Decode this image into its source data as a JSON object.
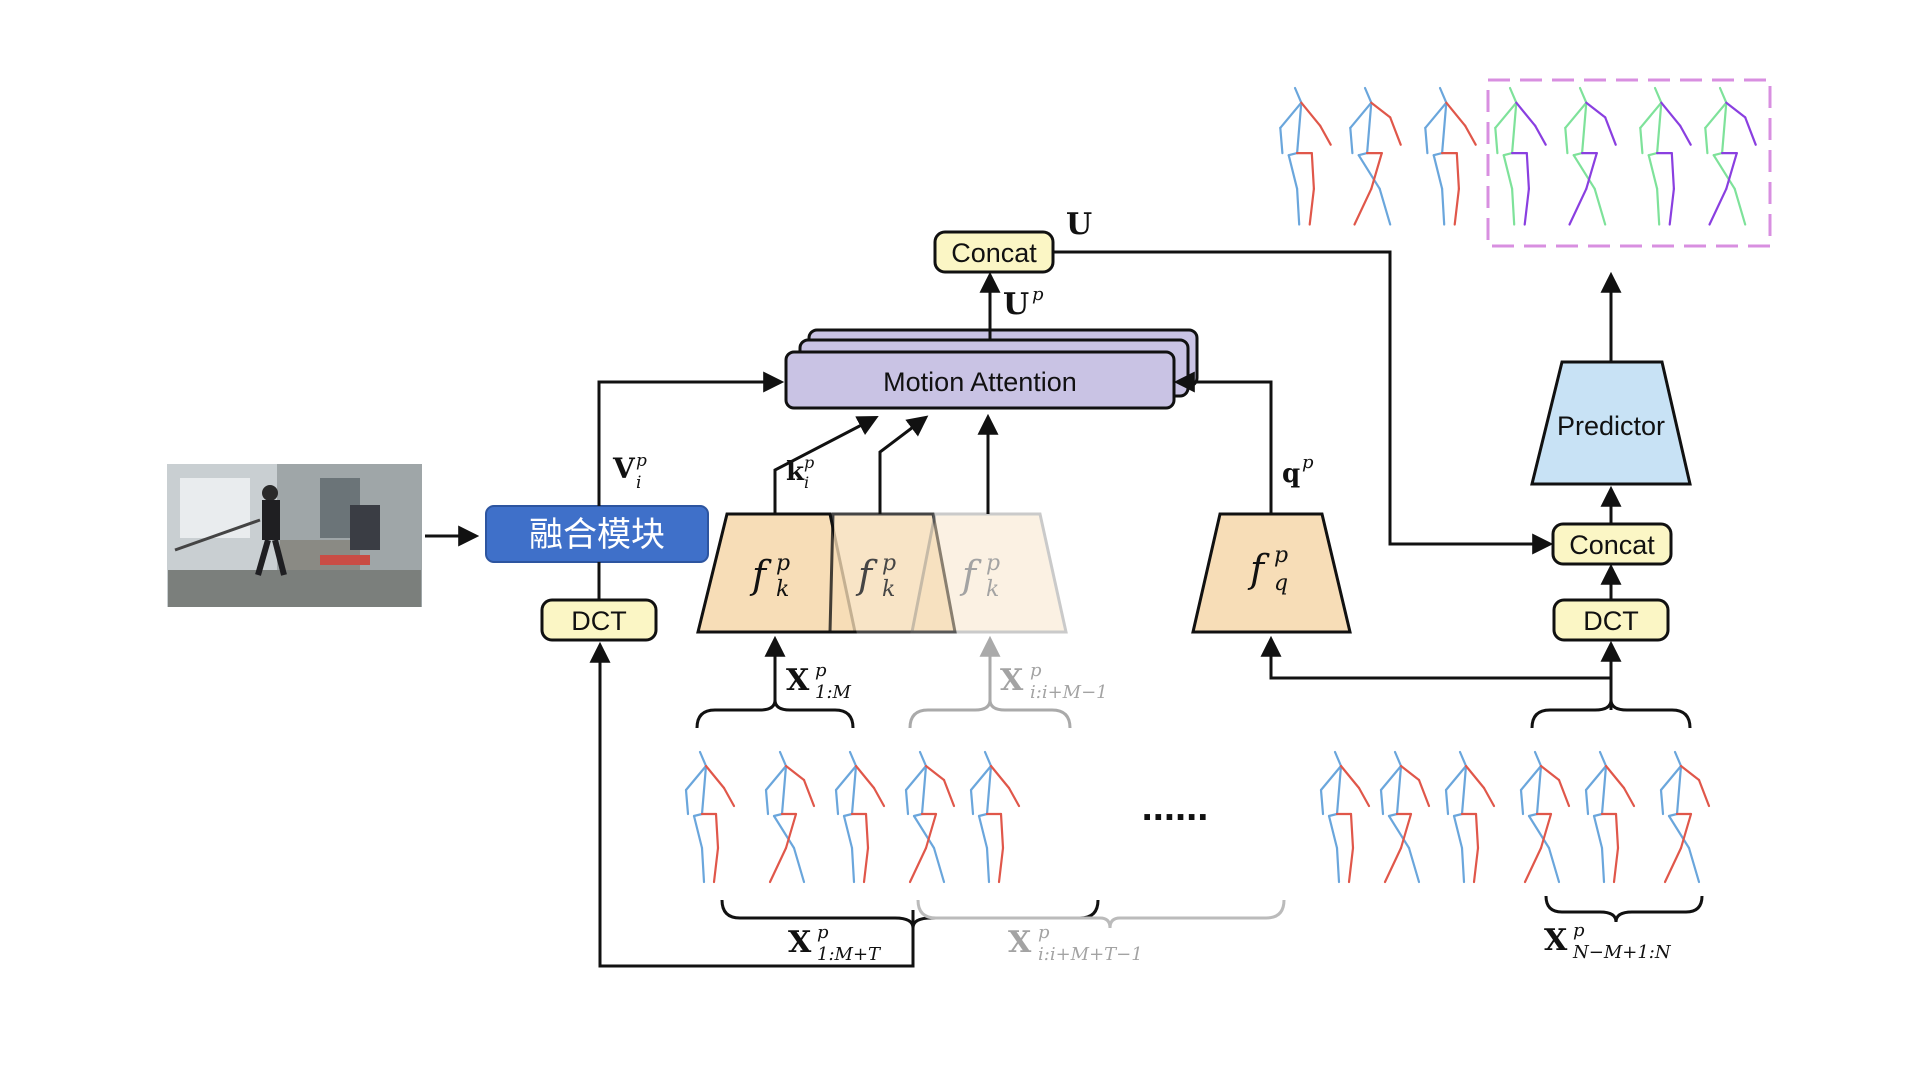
{
  "image_alt": "",
  "fusion_module": {
    "label": "融合模块",
    "color": "#3f70c9"
  },
  "dct_left": {
    "label": "DCT"
  },
  "dct_right": {
    "label": "DCT"
  },
  "concat_top": {
    "label": "Concat"
  },
  "concat_right": {
    "label": "Concat"
  },
  "motion_attention": {
    "label": "Motion Attention",
    "color": "#c9c3e4"
  },
  "predictor": {
    "label": "Predictor",
    "color": "#c8e2f5"
  },
  "encoders": {
    "fk": {
      "base": "f",
      "sub": "k",
      "sup": "p"
    },
    "fq": {
      "base": "f",
      "sub": "q",
      "sup": "p"
    },
    "color": "#f7ddb7"
  },
  "labels": {
    "U": "U",
    "Up": {
      "base": "U",
      "sup": "p"
    },
    "Vip": {
      "base": "V",
      "sup": "p",
      "sub": "i"
    },
    "kip": {
      "base": "k",
      "sup": "p",
      "sub": "i"
    },
    "qp": {
      "base": "q",
      "sup": "p"
    },
    "x1M": {
      "base": "X",
      "sup": "p",
      "sub": "1:M"
    },
    "xiiM1": {
      "base": "X",
      "sup": "p",
      "sub": "i:i+M−1"
    },
    "x1MT": {
      "base": "X",
      "sup": "p",
      "sub": "1:M+T"
    },
    "xiiMT1": {
      "base": "X",
      "sup": "p",
      "sub": "i:i+M+T−1"
    },
    "xNM1N": {
      "base": "X",
      "sup": "p",
      "sub": "N−M+1:N"
    }
  },
  "ellipsis": "......",
  "colors": {
    "skeleton_left": "#6aa6dc",
    "skeleton_right": "#e0574a",
    "prediction_green": "#7ee29a",
    "prediction_purple": "#8a3fe0",
    "prediction_box": "#d88fe0",
    "dct_concat_fill": "#fbf6c5"
  }
}
